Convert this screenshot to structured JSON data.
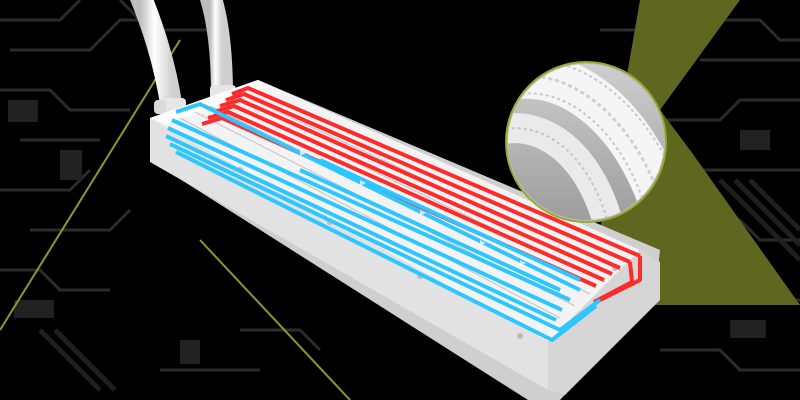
{
  "scene": {
    "subject": "white-radiator-with-flow-paths",
    "colors": {
      "background": "#000000",
      "pattern": "#2a2a2a",
      "accent_olive": "#6b7322",
      "accent_line": "#8a9a2a",
      "radiator_body": "#f2f2f2",
      "radiator_shade": "#d4d4d4",
      "hot_flow": "#ff2a2a",
      "cold_flow": "#2ec6ff",
      "tube": "#ebebeb"
    },
    "icons": [
      "circuit-pattern",
      "zoom-lens-braided-tube"
    ]
  }
}
